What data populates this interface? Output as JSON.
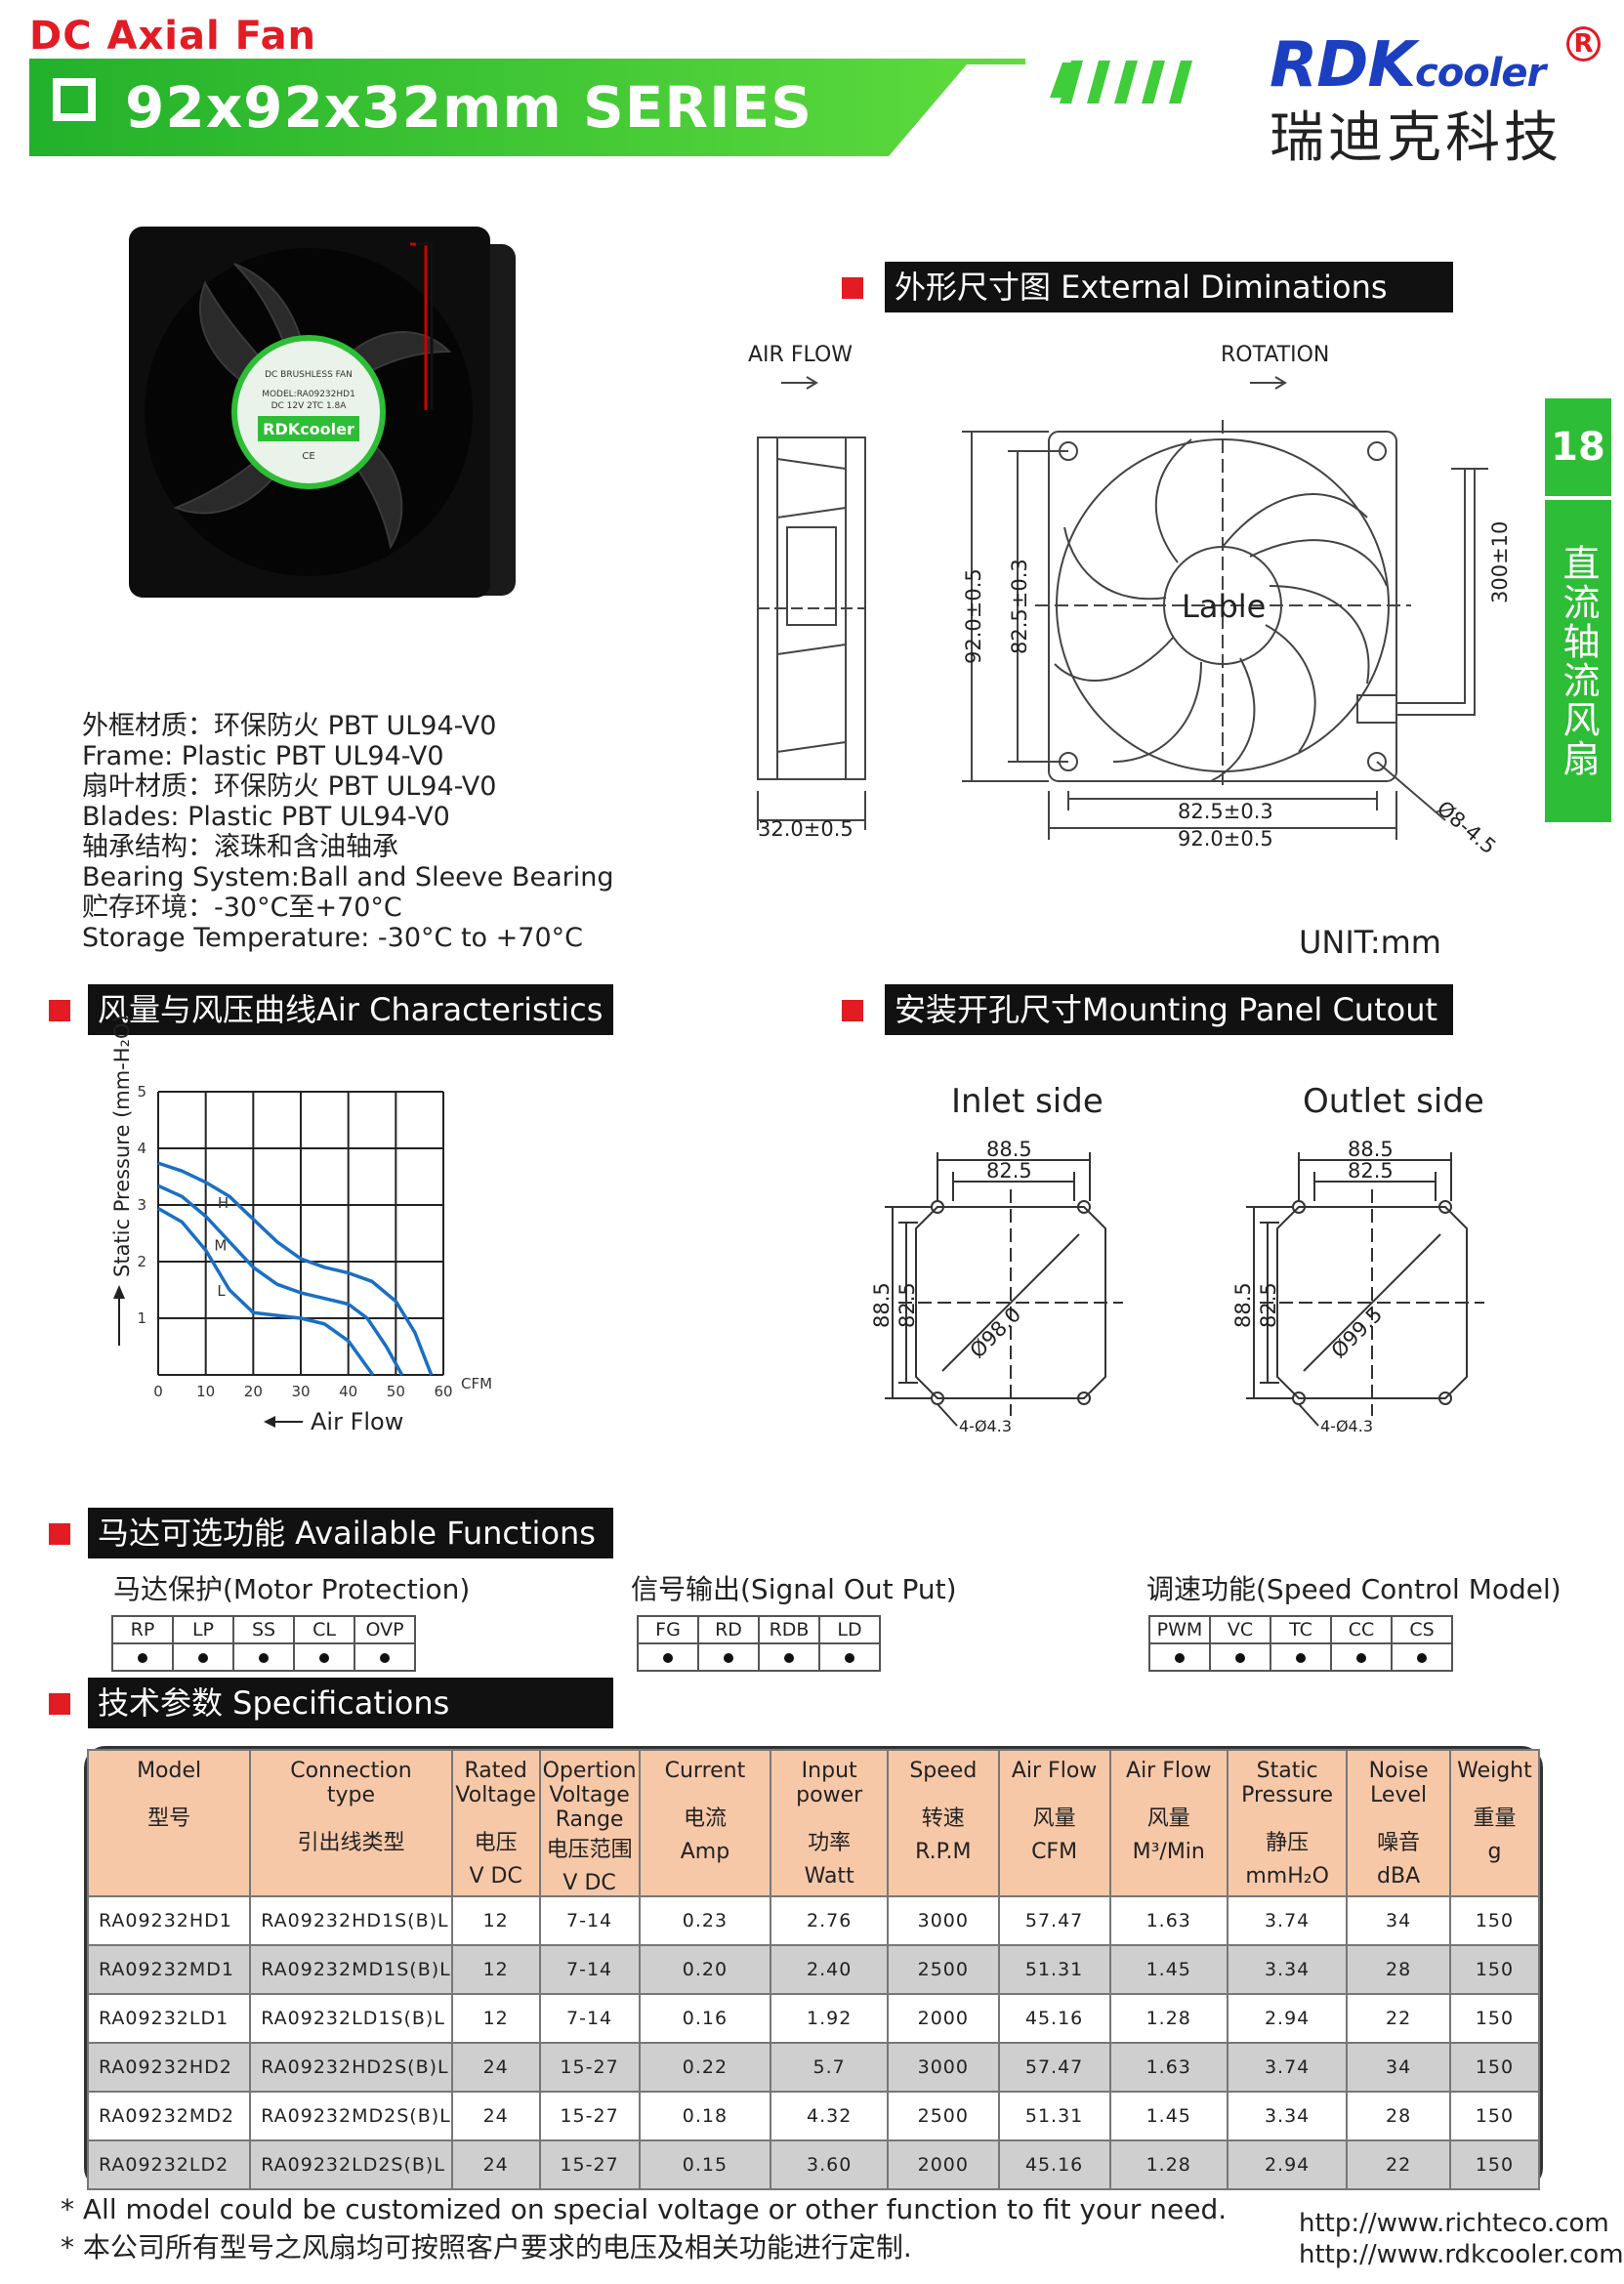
{
  "header": {
    "category": "DC Axial Fan",
    "series": "92x92x32mm SERIES",
    "brand_prefix": "RDK",
    "brand_suffix": "cooler",
    "brand_reg": "R",
    "brand_cn": "瑞迪克科技"
  },
  "page_number": "18",
  "side_label": "直流轴流风扇",
  "photo": {
    "label_brand": "RDKcooler",
    "label_model": "MODEL:RA09232HD1",
    "label_rating": "DC 12V 2TC 1.8A"
  },
  "materials": [
    "外框材质：环保防火  PBT UL94-V0",
    "Frame: Plastic PBT  UL94-V0",
    "扇叶材质：环保防火  PBT UL94-V0",
    "Blades: Plastic PBT  UL94-V0",
    "轴承结构：滚珠和含油轴承",
    "Bearing System:Ball and Sleeve Bearing",
    "贮存环境：-30°C至+70°C",
    "Storage Temperature: -30°C to +70°C"
  ],
  "dimensions": {
    "title": "外形尺寸图 External Diminations",
    "air_flow": "AIR FLOW",
    "rotation": "ROTATION",
    "depth": "32.0±0.5",
    "height_outer": "92.0±0.5",
    "height_inner": "82.5±0.3",
    "width_inner": "82.5±0.3",
    "width_outer": "92.0±0.5",
    "lead_length": "300±10",
    "hole": "Ø8-4.5",
    "label": "Lable",
    "unit": "UNIT:mm"
  },
  "air_characteristics": {
    "title": "风量与风压曲线Air Characteristics"
  },
  "chart_data": {
    "type": "line",
    "title": "",
    "xlabel": "Air Flow",
    "ylabel": "Static Pressure (mm-H₂O)",
    "x_unit": "CFM",
    "xlim": [
      0,
      60
    ],
    "ylim": [
      0,
      5
    ],
    "x_ticks": [
      "0",
      "10",
      "20",
      "30",
      "40",
      "50",
      "60"
    ],
    "y_ticks": [
      "1",
      "2",
      "3",
      "4",
      "5"
    ],
    "grid": true,
    "series": [
      {
        "name": "H",
        "points": [
          [
            0,
            3.74
          ],
          [
            5,
            3.6
          ],
          [
            10,
            3.4
          ],
          [
            15,
            3.15
          ],
          [
            20,
            2.75
          ],
          [
            25,
            2.35
          ],
          [
            30,
            2.05
          ],
          [
            35,
            1.9
          ],
          [
            40,
            1.8
          ],
          [
            45,
            1.65
          ],
          [
            50,
            1.3
          ],
          [
            54,
            0.75
          ],
          [
            57.47,
            0
          ]
        ]
      },
      {
        "name": "M",
        "points": [
          [
            0,
            3.34
          ],
          [
            5,
            3.15
          ],
          [
            10,
            2.8
          ],
          [
            15,
            2.35
          ],
          [
            20,
            1.9
          ],
          [
            25,
            1.6
          ],
          [
            30,
            1.45
          ],
          [
            35,
            1.35
          ],
          [
            40,
            1.25
          ],
          [
            44,
            1.0
          ],
          [
            48,
            0.5
          ],
          [
            51.31,
            0
          ]
        ]
      },
      {
        "name": "L",
        "points": [
          [
            0,
            2.94
          ],
          [
            5,
            2.7
          ],
          [
            10,
            2.2
          ],
          [
            15,
            1.5
          ],
          [
            20,
            1.1
          ],
          [
            25,
            1.05
          ],
          [
            30,
            1.0
          ],
          [
            35,
            0.9
          ],
          [
            40,
            0.6
          ],
          [
            45.16,
            0
          ]
        ]
      }
    ]
  },
  "cutout": {
    "title": "安装开孔尺寸Mounting Panel Cutout",
    "inlet": {
      "label": "Inlet side",
      "outer": "88.5",
      "inner": "82.5",
      "dia": "Ø98.0",
      "holes": "4-Ø4.3"
    },
    "outlet": {
      "label": "Outlet side",
      "outer": "88.5",
      "inner": "82.5",
      "dia": "Ø99.5",
      "holes": "4-Ø4.3"
    }
  },
  "functions": {
    "title": "马达可选功能  Available Functions",
    "groups": [
      {
        "label": "马达保护(Motor Protection)",
        "items": [
          "RP",
          "LP",
          "SS",
          "CL",
          "OVP"
        ]
      },
      {
        "label": "信号输出(Signal Out Put)",
        "items": [
          "FG",
          "RD",
          "RDB",
          "LD"
        ]
      },
      {
        "label": "调速功能(Speed Control Model)",
        "items": [
          "PWM",
          "VC",
          "TC",
          "CC",
          "CS"
        ]
      }
    ]
  },
  "specifications": {
    "title": "技术参数  Specifications",
    "headers": [
      {
        "en": [
          "Model"
        ],
        "cn": "型号",
        "unit": ""
      },
      {
        "en": [
          "Connection",
          "type"
        ],
        "cn": "引出线类型",
        "unit": ""
      },
      {
        "en": [
          "Rated",
          "Voltage"
        ],
        "cn": "电压",
        "unit": "V DC"
      },
      {
        "en": [
          "Opertion",
          "Voltage",
          "Range"
        ],
        "cn": "电压范围",
        "unit": "V DC"
      },
      {
        "en": [
          "Current"
        ],
        "cn": "电流",
        "unit": "Amp"
      },
      {
        "en": [
          "Input",
          "power"
        ],
        "cn": "功率",
        "unit": "Watt"
      },
      {
        "en": [
          "Speed"
        ],
        "cn": "转速",
        "unit": "R.P.M"
      },
      {
        "en": [
          "Air Flow"
        ],
        "cn": "风量",
        "unit": "CFM"
      },
      {
        "en": [
          "Air Flow"
        ],
        "cn": "风量",
        "unit": "M³/Min"
      },
      {
        "en": [
          "Static",
          "Pressure"
        ],
        "cn": "静压",
        "unit": "mmH₂O"
      },
      {
        "en": [
          "Noise",
          "Level"
        ],
        "cn": "噪音",
        "unit": "dBA"
      },
      {
        "en": [
          "Weight"
        ],
        "cn": "重量",
        "unit": "g"
      }
    ],
    "rows": [
      [
        "RA09232HD1",
        "RA09232HD1S(B)L",
        "12",
        "7-14",
        "0.23",
        "2.76",
        "3000",
        "57.47",
        "1.63",
        "3.74",
        "34",
        "150"
      ],
      [
        "RA09232MD1",
        "RA09232MD1S(B)L",
        "12",
        "7-14",
        "0.20",
        "2.40",
        "2500",
        "51.31",
        "1.45",
        "3.34",
        "28",
        "150"
      ],
      [
        "RA09232LD1",
        "RA09232LD1S(B)L",
        "12",
        "7-14",
        "0.16",
        "1.92",
        "2000",
        "45.16",
        "1.28",
        "2.94",
        "22",
        "150"
      ],
      [
        "RA09232HD2",
        "RA09232HD2S(B)L",
        "24",
        "15-27",
        "0.22",
        "5.7",
        "3000",
        "57.47",
        "1.63",
        "3.74",
        "34",
        "150"
      ],
      [
        "RA09232MD2",
        "RA09232MD2S(B)L",
        "24",
        "15-27",
        "0.18",
        "4.32",
        "2500",
        "51.31",
        "1.45",
        "3.34",
        "28",
        "150"
      ],
      [
        "RA09232LD2",
        "RA09232LD2S(B)L",
        "24",
        "15-27",
        "0.15",
        "3.60",
        "2000",
        "45.16",
        "1.28",
        "2.94",
        "22",
        "150"
      ]
    ]
  },
  "notes": [
    "* All model could be customized on special voltage or other function to fit your need.",
    "* 本公司所有型号之风扇均可按照客户要求的电压及相关功能进行定制."
  ],
  "urls": [
    "http://www.richteco.com",
    "http://www.rdkcooler.com"
  ],
  "colors": {
    "accent_red": "#e31b23",
    "brand_green": "#2ebd36",
    "brand_blue": "#1b3fbf",
    "table_header": "#f7c8a8",
    "row_alt": "#cfcfcf"
  }
}
